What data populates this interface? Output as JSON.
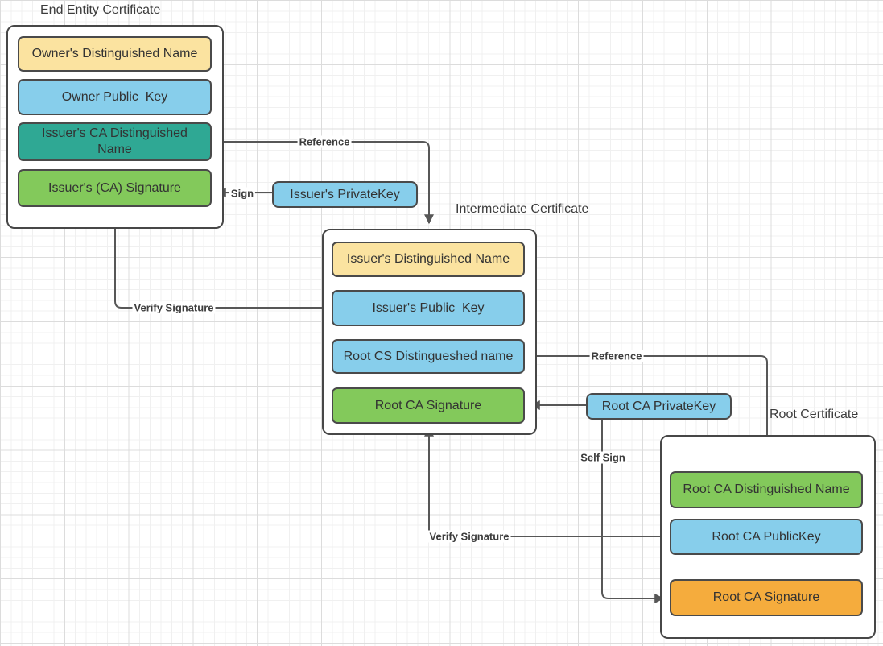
{
  "palette": {
    "yellow": "#FBE3A0",
    "blue": "#87CEEB",
    "teal": "#2FA894",
    "green": "#83C95B",
    "orange": "#F5AC3D",
    "shape_border": "#4a4a4a",
    "line_color": "#575757"
  },
  "certificates": {
    "end_entity": {
      "title": "End Entity Certificate",
      "fields": [
        {
          "label": "Owner's Distinguished Name",
          "fill": "#FBE3A0"
        },
        {
          "label": "Owner Public  Key",
          "fill": "#87CEEB"
        },
        {
          "label": "Issuer's CA Distinguished\nName",
          "fill": "#2FA894"
        },
        {
          "label": "Issuer's (CA) Signature",
          "fill": "#83C95B"
        }
      ]
    },
    "intermediate": {
      "title": "Intermediate Certificate",
      "fields": [
        {
          "label": "Issuer's Distinguished Name",
          "fill": "#FBE3A0"
        },
        {
          "label": "Issuer's Public  Key",
          "fill": "#87CEEB"
        },
        {
          "label": "Root CS Distingueshed name",
          "fill": "#87CEEB"
        },
        {
          "label": "Root CA Signature",
          "fill": "#83C95B"
        }
      ]
    },
    "root": {
      "title": "Root Certificate",
      "fields": [
        {
          "label": "Root CA Distinguished Name",
          "fill": "#83C95B"
        },
        {
          "label": "Root CA PublicKey",
          "fill": "#87CEEB"
        },
        {
          "label": "Root CA Signature",
          "fill": "#F5AC3D"
        }
      ]
    }
  },
  "keys": {
    "issuer_private_key": {
      "label": "Issuer's PrivateKey",
      "fill": "#87CEEB"
    },
    "root_private_key": {
      "label": "Root CA PrivateKey",
      "fill": "#87CEEB"
    }
  },
  "edge_labels": {
    "reference_top": "Reference",
    "sign": "Sign",
    "verify_signature_left": "Verify Signature",
    "reference_right": "Reference",
    "self_sign": "Self Sign",
    "verify_signature_bottom": "Verify Signature"
  }
}
